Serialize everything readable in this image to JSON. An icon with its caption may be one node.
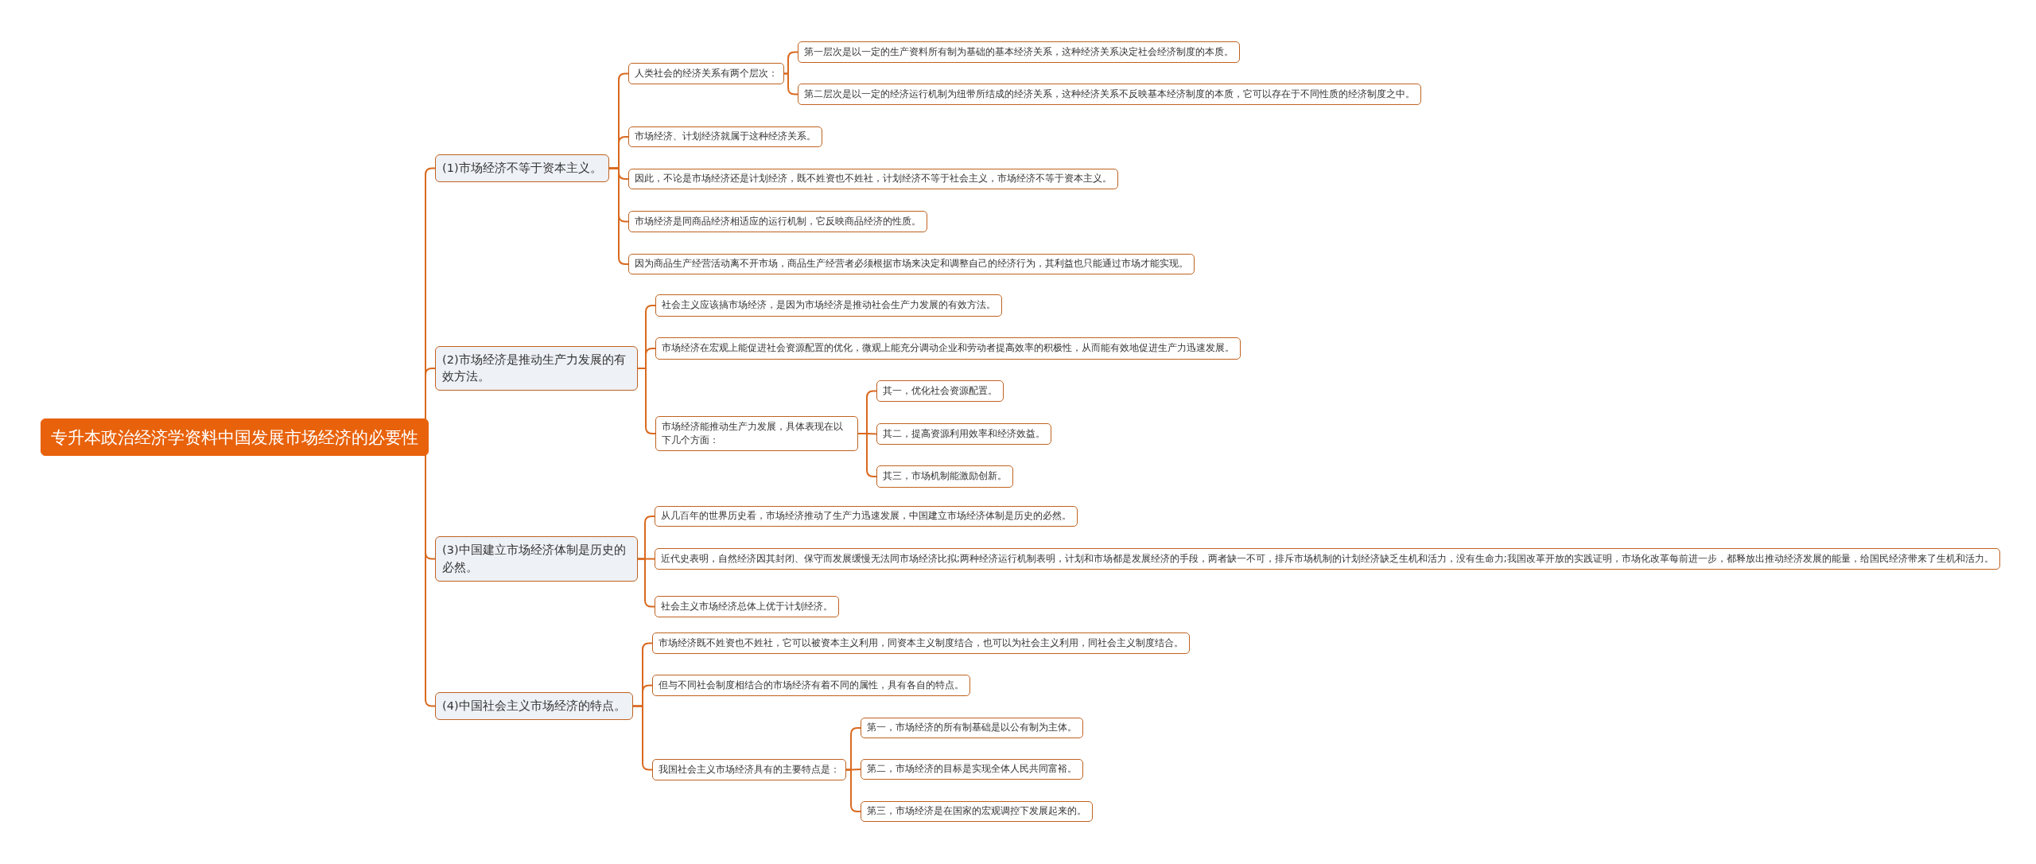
{
  "diagram": {
    "nodes": [
      {
        "text": [
          "专升本政治经济学资料中国发展市场经济的必要性"
        ]
      },
      {
        "text": [
          "(1)市场经济不等于资本主义。"
        ]
      },
      {
        "text": [
          "人类社会的经济关系有两个层次："
        ]
      },
      {
        "text": [
          "第一层次是以一定的生产资料所有制为基础的基本经济关系，这种经济关系决定社会经济制度的本质。"
        ]
      },
      {
        "text": [
          "第二层次是以一定的经济运行机制为纽带所结成的经济关系，这种经济关系不反映基本经济制度的本质，它可以存在于不同性质的经济制度之中。"
        ]
      },
      {
        "text": [
          "市场经济、计划经济就属于这种经济关系。"
        ]
      },
      {
        "text": [
          "因此，不论是市场经济还是计划经济，既不姓资也不姓社，计划经济不等于社会主义，市场经济不等于资本主义。"
        ]
      },
      {
        "text": [
          "市场经济是同商品经济相适应的运行机制，它反映商品经济的性质。"
        ]
      },
      {
        "text": [
          "因为商品生产经营活动离不开市场，商品生产经营者必须根据市场来决定和调整自己的经济行为，其利益也只能通过市场才能实现。"
        ]
      },
      {
        "text": [
          "(2)市场经济是推动生产力发展的有效方法。"
        ]
      },
      {
        "text": [
          "社会主义应该搞市场经济，是因为市场经济是推动社会生产力发展的有效方法。"
        ]
      },
      {
        "text": [
          "市场经济在宏观上能促进社会资源配置的优化，微观上能充分调动企业和劳动者提高效率的积极性，从而能有效地促进生产力迅速发展。"
        ]
      },
      {
        "text": [
          "市场经济能推动生产力发展，具体表现在以下几个方面："
        ]
      },
      {
        "text": [
          "其一，优化社会资源配置。"
        ]
      },
      {
        "text": [
          "其二，提高资源利用效率和经济效益。"
        ]
      },
      {
        "text": [
          "其三，市场机制能激励创新。"
        ]
      },
      {
        "text": [
          "(3)中国建立市场经济体制是历史的必然。"
        ]
      },
      {
        "text": [
          "从几百年的世界历史看，市场经济推动了生产力迅速发展，中国建立市场经济体制是历史的必然。"
        ]
      },
      {
        "text": [
          "近代史表明，自然经济因其封闭、保守而发展缓慢无法同市场经济比拟;两种经济运行机制表明，计划和市场都是发展经济的手段，两者缺一不可，排斥市场机制的计划经济缺乏生机和活力，没有生命力;我国改革开放的实践证明，市场化改革每前进一步，都释放出推动经济发展的能量，给国民经济带来了生机和活力。"
        ]
      },
      {
        "text": [
          "社会主义市场经济总体上优于计划经济。"
        ]
      },
      {
        "text": [
          "(4)中国社会主义市场经济的特点。"
        ]
      },
      {
        "text": [
          "市场经济既不姓资也不姓社，它可以被资本主义利用，同资本主义制度结合，也可以为社会主义利用，同社会主义制度结合。"
        ]
      },
      {
        "text": [
          "但与不同社会制度相结合的市场经济有着不同的属性，具有各自的特点。"
        ]
      },
      {
        "text": [
          "我国社会主义市场经济具有的主要特点是："
        ]
      },
      {
        "text": [
          "第一，市场经济的所有制基础是以公有制为主体。"
        ]
      },
      {
        "text": [
          "第二，市场经济的目标是实现全体人民共同富裕。"
        ]
      },
      {
        "text": [
          "第三，市场经济是在国家的宏观调控下发展起来的。"
        ]
      }
    ],
    "edges": [
      {
        "from": 0,
        "to": 1,
        "arrow": "none"
      },
      {
        "from": 1,
        "to": 2,
        "arrow": "none"
      },
      {
        "from": 2,
        "to": 3,
        "arrow": "none"
      },
      {
        "from": 2,
        "to": 4,
        "arrow": "none"
      },
      {
        "from": 1,
        "to": 5,
        "arrow": "none"
      },
      {
        "from": 1,
        "to": 6,
        "arrow": "none"
      },
      {
        "from": 1,
        "to": 7,
        "arrow": "none"
      },
      {
        "from": 1,
        "to": 8,
        "arrow": "none"
      },
      {
        "from": 0,
        "to": 9,
        "arrow": "none"
      },
      {
        "from": 9,
        "to": 10,
        "arrow": "none"
      },
      {
        "from": 9,
        "to": 11,
        "arrow": "none"
      },
      {
        "from": 9,
        "to": 12,
        "arrow": "none"
      },
      {
        "from": 12,
        "to": 13,
        "arrow": "none"
      },
      {
        "from": 12,
        "to": 14,
        "arrow": "none"
      },
      {
        "from": 12,
        "to": 15,
        "arrow": "none"
      },
      {
        "from": 0,
        "to": 16,
        "arrow": "none"
      },
      {
        "from": 16,
        "to": 17,
        "arrow": "none"
      },
      {
        "from": 16,
        "to": 18,
        "arrow": "none"
      },
      {
        "from": 16,
        "to": 19,
        "arrow": "none"
      },
      {
        "from": 0,
        "to": 20,
        "arrow": "none"
      },
      {
        "from": 20,
        "to": 21,
        "arrow": "none"
      },
      {
        "from": 20,
        "to": 22,
        "arrow": "none"
      },
      {
        "from": 20,
        "to": 23,
        "arrow": "none"
      },
      {
        "from": 23,
        "to": 24,
        "arrow": "none"
      },
      {
        "from": 23,
        "to": 25,
        "arrow": "none"
      },
      {
        "from": 23,
        "to": 26,
        "arrow": "none"
      }
    ]
  }
}
